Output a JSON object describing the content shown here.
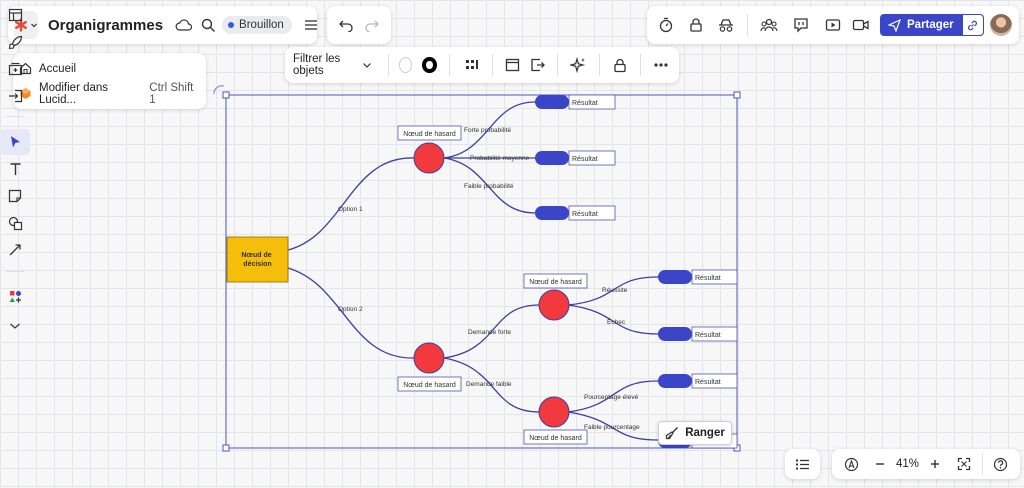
{
  "app": {
    "title": "Organigrammes",
    "draft_label": "Brouillon",
    "accent": "#3b45c7",
    "logo_color": "#e8453c"
  },
  "app_menu": {
    "items": [
      {
        "label": "Accueil",
        "icon": "home-icon"
      },
      {
        "label": "Modifier dans Lucid...",
        "icon": "lucid-logo-icon",
        "shortcut": "Ctrl Shift 1"
      }
    ]
  },
  "toolbar": {
    "filter_label": "Filtrer les objets",
    "fill_color": "#ffffff",
    "stroke_color": "#000000"
  },
  "header_right": {
    "share_label": "Partager"
  },
  "bottom": {
    "zoom": "41%"
  },
  "tidy_button": {
    "label": "Ranger"
  },
  "diagram": {
    "decision_label": [
      "Nœud de",
      "décision"
    ],
    "chance_node_label": "Nœud de hasard",
    "result_label": "Résultat",
    "edges": {
      "option1": "Option 1",
      "option2": "Option 2",
      "high_prob": "Forte probabilité",
      "mid_prob": "Probabilité moyenne",
      "low_prob": "Faible probabilité",
      "strong_demand": "Demande forte",
      "weak_demand": "Demande faible",
      "success": "Réussite",
      "failure": "Échec",
      "high_pct": "Pourcentage élevé",
      "low_pct": "Faible pourcentage"
    },
    "colors": {
      "decision": "#f5be0b",
      "chance": "#f2393d",
      "result": "#3b45c7",
      "line": "#3d3f9f"
    }
  }
}
